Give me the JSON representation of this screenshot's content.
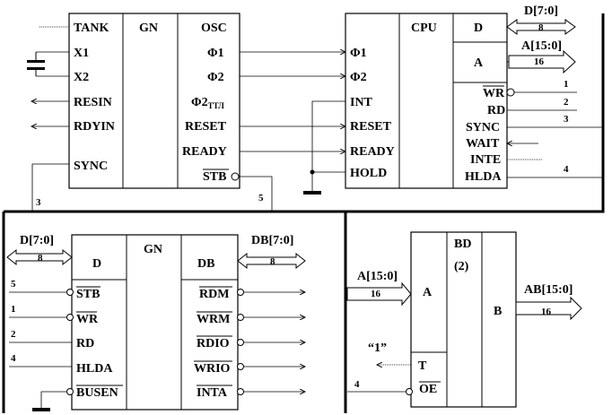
{
  "gn_top": {
    "title": "GN",
    "left": [
      "TANK",
      "X1",
      "X2",
      "RESIN",
      "RDYIN",
      "SYNC"
    ],
    "right": [
      "OSC",
      "Φ1",
      "Φ2",
      "Φ2",
      "RESET",
      "READY",
      "STB"
    ],
    "phi2_sub": "ТТЛ"
  },
  "cpu": {
    "title": "CPU",
    "left": [
      "Φ1",
      "Φ2",
      "INT",
      "RESET",
      "READY",
      "HOLD"
    ],
    "d": "D",
    "a": "A",
    "right": [
      "WR",
      "RD",
      "SYNC",
      "WAIT",
      "INTE",
      "HLDA"
    ],
    "bus_d": "D[7:0]",
    "bus_d_w": "8",
    "bus_a": "A[15:0]",
    "bus_a_w": "16",
    "nums": [
      "1",
      "2",
      "3",
      "4"
    ]
  },
  "top_nums": [
    "3",
    "5"
  ],
  "gn_bottom": {
    "title": "GN",
    "d": "D",
    "db": "DB",
    "left": [
      "STB",
      "WR",
      "RD",
      "HLDA",
      "BUSEN"
    ],
    "left_nums": [
      "5",
      "1",
      "2",
      "4"
    ],
    "right": [
      "RDM",
      "WRM",
      "RDIO",
      "WRIO",
      "INTA"
    ],
    "bus_d": "D[7:0]",
    "bus_d_w": "8",
    "bus_db": "DB[7:0]",
    "bus_db_w": "8"
  },
  "bd": {
    "title": "BD",
    "count": "(2)",
    "a": "A",
    "b": "B",
    "t": "T",
    "oe": "OE",
    "bus_a": "A[15:0]",
    "bus_a_w": "16",
    "bus_ab": "AB[15:0]",
    "bus_ab_w": "16",
    "one": "“1”",
    "num": "4"
  }
}
